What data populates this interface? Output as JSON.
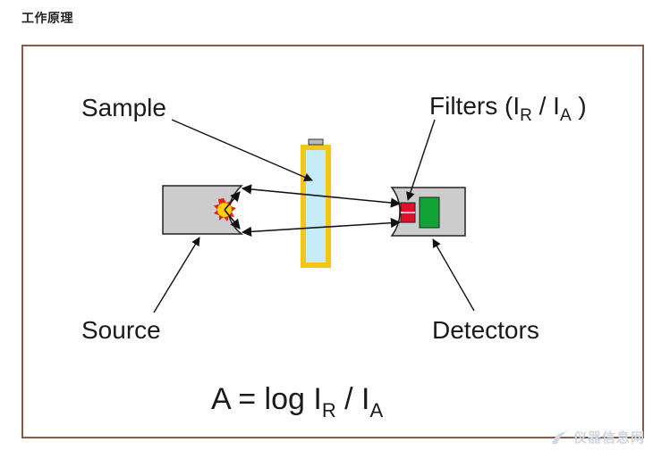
{
  "page": {
    "title": "工作原理"
  },
  "diagram": {
    "labels": {
      "sample": "Sample",
      "source": "Source",
      "detectors": "Detectors",
      "filters_prefix": "Filters (I",
      "filters_sub_r": "R",
      "filters_mid": " / I",
      "filters_sub_a": "A",
      "filters_suffix": " )"
    },
    "equation": {
      "lhs": "A = log I",
      "sub_r": "R",
      "mid": " / I",
      "sub_a": "A"
    },
    "colors": {
      "frame_border": "#8b5a45",
      "housing_fill": "#cccccc",
      "sample_cell_border": "#f5c518",
      "sample_cell_fill": "#c6ecf7",
      "filter_red": "#e0102a",
      "detector_green": "#11a334",
      "source_glow": "#ffd200",
      "source_spark": "#e8211b"
    }
  },
  "watermark": {
    "text": "仪器信息网"
  }
}
